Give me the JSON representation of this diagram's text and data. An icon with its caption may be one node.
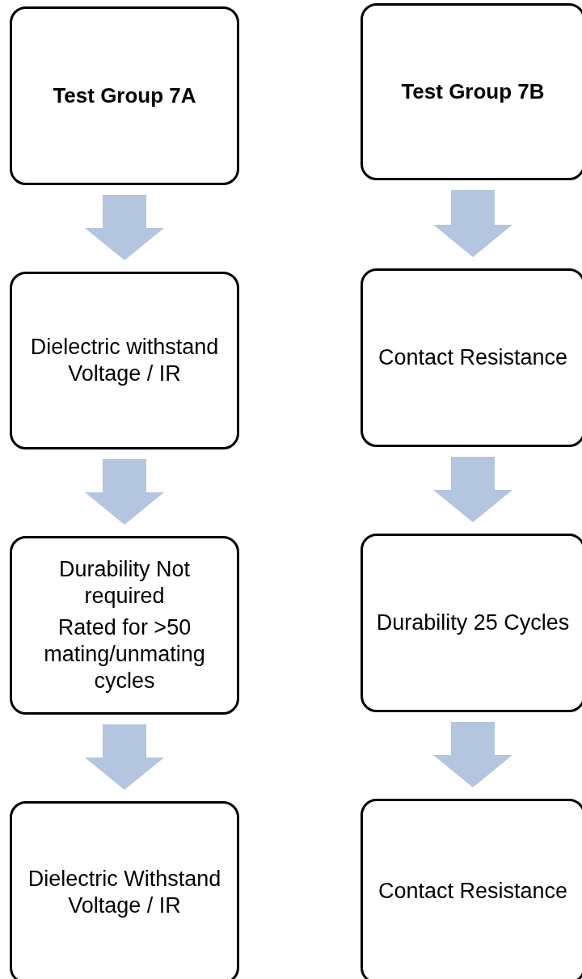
{
  "diagram": {
    "nodes": [
      {
        "text": [
          "Test Group 7A"
        ]
      },
      {
        "text": [
          "Test Group 7B"
        ]
      },
      {
        "text": [
          "Dielectric withstand Voltage / IR"
        ]
      },
      {
        "text": [
          "Contact Resistance"
        ]
      },
      {
        "text": [
          "Durability Not required",
          "Rated for >50 mating/unmating cycles"
        ]
      },
      {
        "text": [
          "Durability 25 Cycles"
        ]
      },
      {
        "text": [
          "Dielectric Withstand Voltage / IR"
        ]
      },
      {
        "text": [
          "Contact Resistance"
        ]
      }
    ],
    "edges": [
      {
        "from": 0,
        "to": 2,
        "arrow": "to"
      },
      {
        "from": 1,
        "to": 3,
        "arrow": "to"
      },
      {
        "from": 2,
        "to": 4,
        "arrow": "to"
      },
      {
        "from": 3,
        "to": 5,
        "arrow": "to"
      },
      {
        "from": 4,
        "to": 6,
        "arrow": "to"
      },
      {
        "from": 5,
        "to": 7,
        "arrow": "to"
      }
    ]
  }
}
